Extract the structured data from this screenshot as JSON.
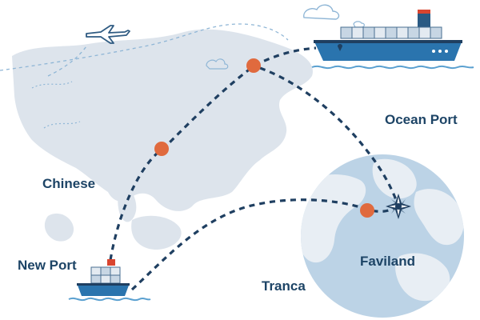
{
  "labels": {
    "chinese": "Chinese",
    "new_port": "New Port",
    "tranca": "Tranca",
    "ocean_port": "Ocean Port",
    "faviland": "Faviland"
  },
  "colors": {
    "land": "#dde4ec",
    "globe_ocean": "#bcd3e6",
    "globe_land": "#e8eef4",
    "route": "#1f3f61",
    "waypoint": "#e06a3e",
    "ship_hull": "#2a74ae",
    "sea_waves": "#5aa0d0",
    "label": "#1d4466",
    "cloud_sketch": "#8fb6d6"
  },
  "icons": {
    "airplane": "airplane-icon",
    "cargo_ship": "cargo-ship-icon",
    "compass": "compass-rose-icon",
    "waypoint": "waypoint-marker-icon",
    "cloud": "cloud-icon"
  }
}
